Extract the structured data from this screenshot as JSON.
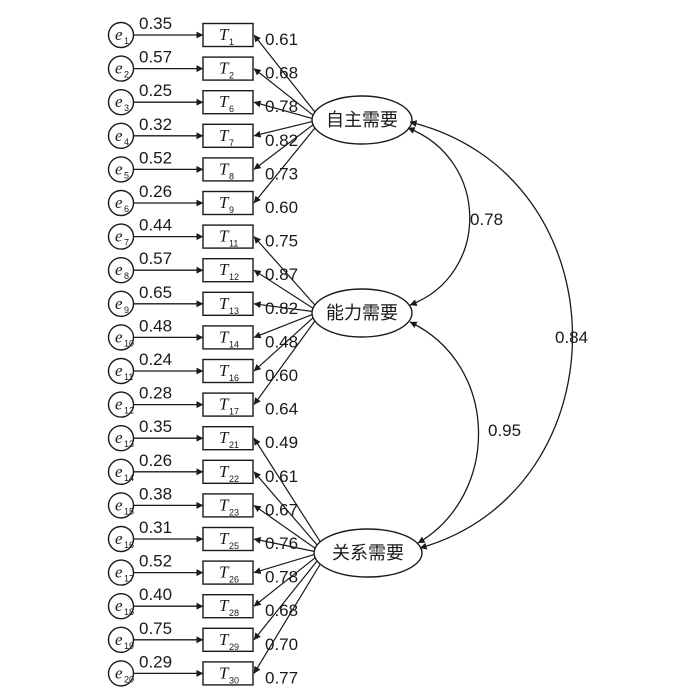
{
  "diagram": {
    "errors": [
      "1",
      "2",
      "3",
      "4",
      "5",
      "6",
      "7",
      "8",
      "9",
      "10",
      "11",
      "12",
      "13",
      "14",
      "15",
      "16",
      "17",
      "18",
      "19",
      "20"
    ],
    "error_letter": "e",
    "item_letter": "T",
    "items": [
      "1",
      "2",
      "6",
      "7",
      "8",
      "9",
      "11",
      "12",
      "13",
      "14",
      "16",
      "17",
      "21",
      "22",
      "23",
      "25",
      "26",
      "28",
      "29",
      "30"
    ],
    "error_values": [
      "0.35",
      "0.57",
      "0.25",
      "0.32",
      "0.52",
      "0.26",
      "0.44",
      "0.57",
      "0.65",
      "0.48",
      "0.24",
      "0.28",
      "0.35",
      "0.26",
      "0.38",
      "0.31",
      "0.52",
      "0.40",
      "0.75",
      "0.29"
    ],
    "latents": [
      {
        "label": "自主需要",
        "items": [
          0,
          1,
          2,
          3,
          4,
          5
        ],
        "loadings": [
          "0.61",
          "0.68",
          "0.78",
          "0.82",
          "0.73",
          "0.60"
        ]
      },
      {
        "label": "能力需要",
        "items": [
          6,
          7,
          8,
          9,
          10,
          11
        ],
        "loadings": [
          "0.75",
          "0.87",
          "0.82",
          "0.48",
          "0.60",
          "0.64"
        ]
      },
      {
        "label": "关系需要",
        "items": [
          12,
          13,
          14,
          15,
          16,
          17,
          18,
          19
        ],
        "loadings": [
          "0.49",
          "0.61",
          "0.67",
          "0.76",
          "0.78",
          "0.68",
          "0.70",
          "0.77"
        ]
      }
    ],
    "correlations": [
      {
        "from": 0,
        "to": 1,
        "value": "0.78"
      },
      {
        "from": 1,
        "to": 2,
        "value": "0.95"
      },
      {
        "from": 0,
        "to": 2,
        "value": "0.84"
      }
    ]
  }
}
